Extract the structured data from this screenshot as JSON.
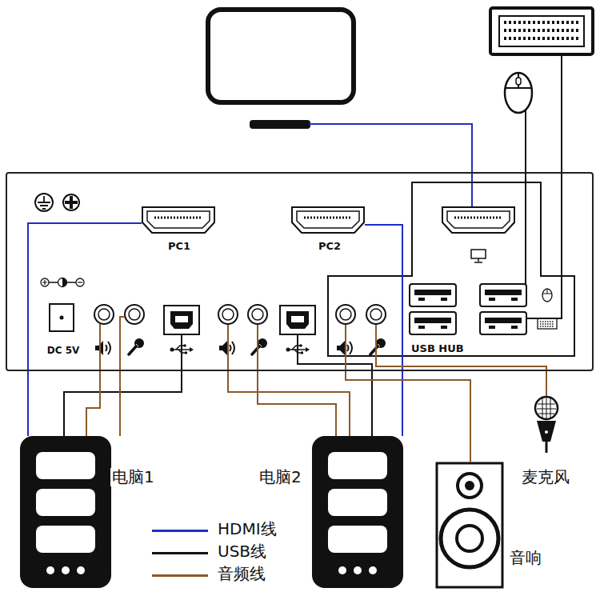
{
  "diagram": {
    "nodes": [
      {
        "text": [
          "PC1",
          "PC2",
          "DC 5V",
          "USB HUB"
        ]
      },
      {
        "text": [
          "电脑1"
        ]
      },
      {
        "text": [
          "电脑2"
        ]
      },
      {
        "text": [
          "麦克风"
        ]
      },
      {
        "text": [
          "音响"
        ]
      }
    ],
    "edges": [
      {
        "from": 1,
        "to": 0,
        "arrow": "none"
      },
      {
        "from": 1,
        "to": 0,
        "arrow": "none"
      },
      {
        "from": 1,
        "to": 0,
        "arrow": "none"
      },
      {
        "from": 1,
        "to": 0,
        "arrow": "none"
      },
      {
        "from": 2,
        "to": 0,
        "arrow": "none"
      },
      {
        "from": 2,
        "to": 0,
        "arrow": "none"
      },
      {
        "from": 2,
        "to": 0,
        "arrow": "none"
      },
      {
        "from": 2,
        "to": 0,
        "arrow": "none"
      },
      {
        "from": 3,
        "to": 0,
        "arrow": "none"
      },
      {
        "from": 4,
        "to": 0,
        "arrow": "none"
      }
    ],
    "legend": [
      {
        "text": "HDMI线",
        "color": "#1f2fc4"
      },
      {
        "text": "USB线",
        "color": "#111111"
      },
      {
        "text": "音频线",
        "color": "#8b5a2b"
      }
    ]
  }
}
